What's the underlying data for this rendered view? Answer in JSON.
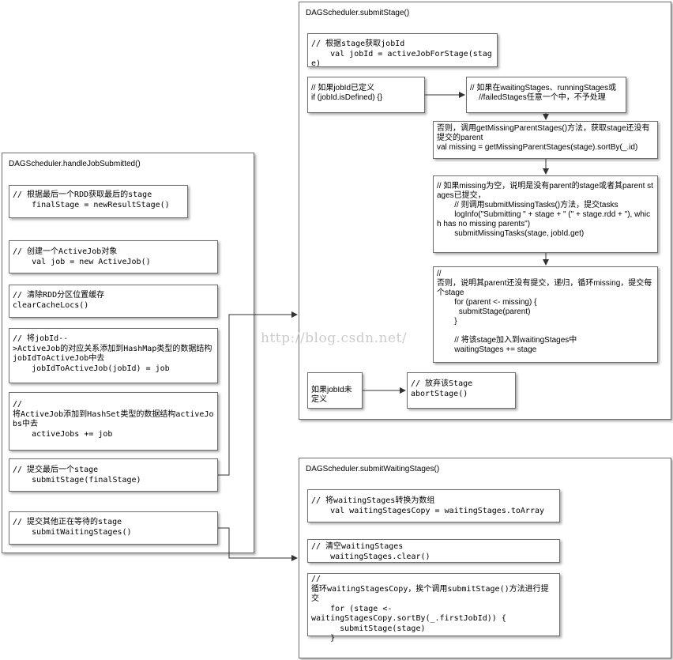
{
  "left_panel": {
    "title": "DAGScheduler.handleJobSubmitted()",
    "boxes": {
      "b1": "// 根据最后一个RDD获取最后的stage\n    finalStage = newResultStage()",
      "b2": "// 创建一个ActiveJob对象\n    val job = new ActiveJob()",
      "b3": "// 清除RDD分区位置缓存\nclearCacheLocs()",
      "b4": "// 将jobId--\n>ActiveJob的对应关系添加到HashMap类型的数据结构jobIdToActiveJob中去\n    jobIdToActiveJob(jobId) = job",
      "b5": "//\n将ActiveJob添加到HashSet类型的数据结构activeJobs中去\n    activeJobs += job",
      "b6": "// 提交最后一个stage\n    submitStage(finalStage)",
      "b7": "// 提交其他正在等待的stage\n    submitWaitingStages()"
    }
  },
  "submit_stage": {
    "title": "DAGScheduler.submitStage()",
    "boxes": {
      "s1": "// 根据stage获取jobId\n    val jobId = activeJobForStage(stage)",
      "s2": "// 如果jobId已定义\nif (jobId.isDefined) {}",
      "s3": "// 如果在waitingStages、runningStages或\n    //failedStages任意一个中，不予处理",
      "s4": "否则，调用getMissingParentStages()方法，获取stage还没有提交的parent\nval missing = getMissingParentStages(stage).sortBy(_.id)",
      "s5": "// 如果missing为空，说明是没有parent的stage或者其parent stages已提交，\n        // 则调用submitMissingTasks()方法，提交tasks\n        logInfo(\"Submitting \" + stage + \" (\" + stage.rdd + \"), which has no missing parents\")\n        submitMissingTasks(stage, jobId.get)",
      "s6": "//\n否则，说明其parent还没有提交，递归，循环missing，提交每个stage\n        for (parent <- missing) {\n          submitStage(parent)\n        }\n\n        // 将该stage加入到waitingStages中\n        waitingStages += stage",
      "s7": "如果jobId未定义",
      "s8": "// 放弃该Stage\nabortStage()"
    }
  },
  "submit_waiting": {
    "title": "DAGScheduler.submitWaitingStages()",
    "boxes": {
      "w1": "// 将waitingStages转换为数组\n    val waitingStagesCopy = waitingStages.toArray",
      "w2": "// 清空waitingStages\n    waitingStages.clear()",
      "w3": "//\n循环waitingStagesCopy，挨个调用submitStage()方法进行提交\n    for (stage <-\nwaitingStagesCopy.sortBy(_.firstJobId)) {\n      submitStage(stage)\n    }"
    }
  },
  "watermark": "http://blog.csdn.net/",
  "colors": {
    "border": "#6e6e6e",
    "arrow": "#333333",
    "watermark": "#cccccc"
  }
}
